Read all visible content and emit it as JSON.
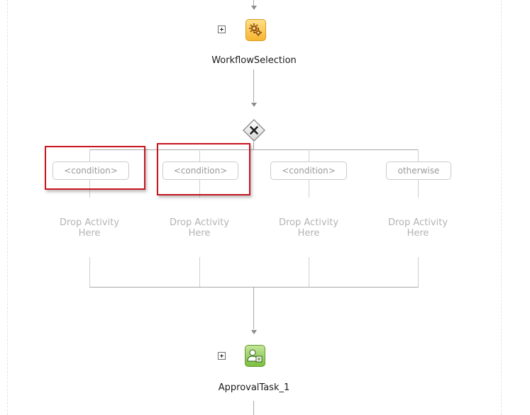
{
  "workflow_selection": {
    "label": "WorkflowSelection",
    "icon": "gears-icon",
    "accent_color": "#f7b531"
  },
  "switch": {
    "icon": "close-x-icon",
    "branches": [
      {
        "condition": "<condition>",
        "drop_line1": "Drop Activity",
        "drop_line2": "Here"
      },
      {
        "condition": "<condition>",
        "drop_line1": "Drop Activity",
        "drop_line2": "Here"
      },
      {
        "condition": "<condition>",
        "drop_line1": "Drop Activity",
        "drop_line2": "Here"
      },
      {
        "condition": "otherwise",
        "drop_line1": "Drop Activity",
        "drop_line2": "Here"
      }
    ]
  },
  "approval_task": {
    "label": "ApprovalTask_1",
    "icon": "human-task-icon",
    "accent_color": "#7cbf3e"
  },
  "highlight_color": "#c8141e"
}
